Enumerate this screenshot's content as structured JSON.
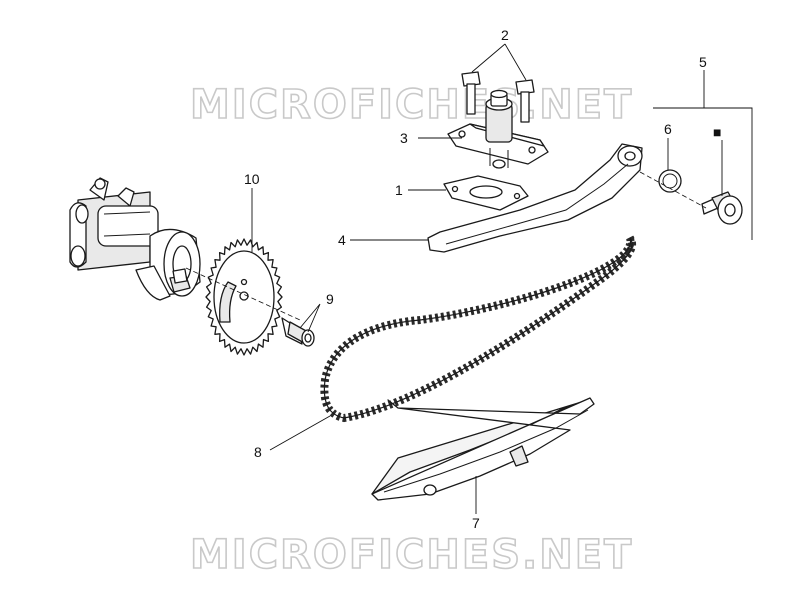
{
  "watermarks": [
    "MICROFICHES.NET",
    "MICROFICHES.NET"
  ],
  "callouts": {
    "c1": "1",
    "c2": "2",
    "c3": "3",
    "c4": "4",
    "c5": "5",
    "c6": "6",
    "c7": "7",
    "c8": "8",
    "c9": "9",
    "c10": "10"
  },
  "kit_marker": "■"
}
